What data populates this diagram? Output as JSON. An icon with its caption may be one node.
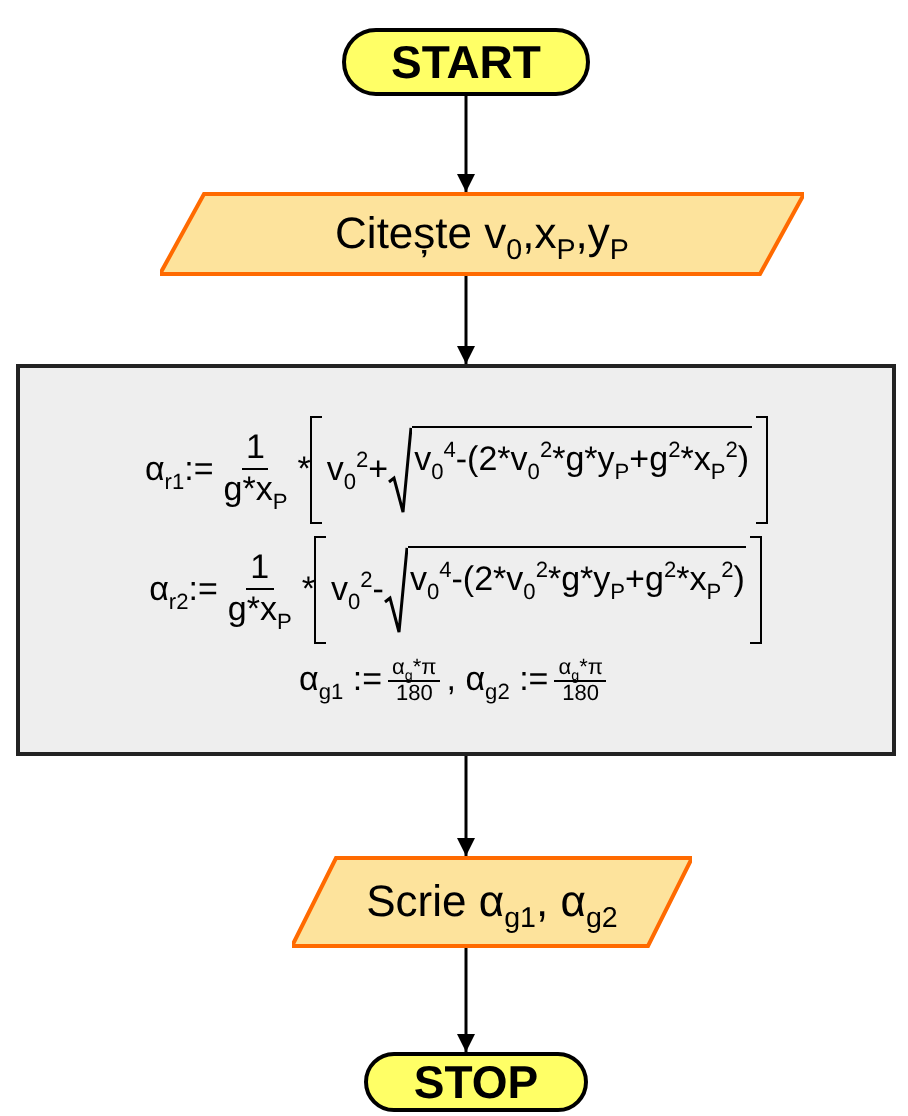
{
  "diagram": {
    "nodes": [
      {
        "text": [
          "START"
        ]
      },
      {
        "text": [
          "Citește v$_{0}$,x$_{P}$,y$_{P}$"
        ]
      },
      {
        "text": [
          "α$_{r1}$:=",
          "1",
          "g*x$_{P}$",
          "*",
          "v$_{0}$$^{2}$+",
          "v$_{0}$$^{4}$-(2*v$_{0}$$^{2}$*g*y$_{P}$+g$^{2}$*x$_{P}$$^{2}$)",
          "α$_{r2}$:=",
          "1",
          "g*x$_{P}$",
          "*",
          "v$_{0}$$^{2}$-",
          "v$_{0}$$^{4}$-(2*v$_{0}$$^{2}$*g*y$_{P}$+g$^{2}$*x$_{P}$$^{2}$)",
          "α$_{g1}$ :=",
          "α$_{g}$*π",
          "180",
          ", α$_{g2}$ :=",
          "α$_{g}$*π",
          "180"
        ]
      },
      {
        "text": [
          "Scrie α$_{g1}$, α$_{g2}$"
        ]
      },
      {
        "text": [
          "STOP"
        ]
      }
    ],
    "edges": [
      {
        "from": 0,
        "to": 1,
        "arrow": "to"
      },
      {
        "from": 1,
        "to": 2,
        "arrow": "to"
      },
      {
        "from": 2,
        "to": 3,
        "arrow": "to"
      },
      {
        "from": 3,
        "to": 4,
        "arrow": "to"
      }
    ]
  }
}
